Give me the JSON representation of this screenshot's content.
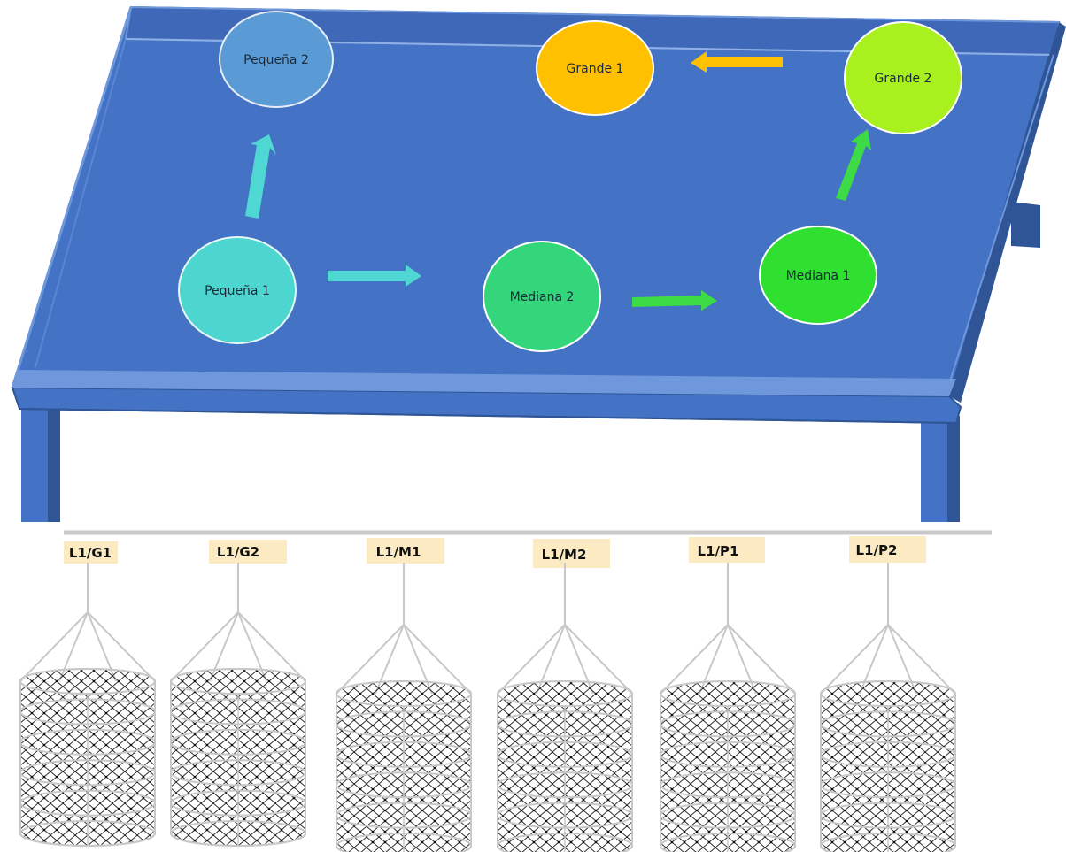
{
  "table": {
    "colors": {
      "surface": "#4472C4",
      "edge": "#5B86D4",
      "dark": "#2F5597",
      "rim": "#6F97DC"
    },
    "nodes": [
      {
        "id": "pequena-2",
        "label": "Pequeña 2",
        "color": "#5B9BD5"
      },
      {
        "id": "grande-1",
        "label": "Grande 1",
        "color": "#FFC000"
      },
      {
        "id": "grande-2",
        "label": "Grande 2",
        "color": "#A8F01E"
      },
      {
        "id": "pequena-1",
        "label": "Pequeña 1",
        "color": "#4DD6D0"
      },
      {
        "id": "mediana-2",
        "label": "Mediana 2",
        "color": "#33D67A"
      },
      {
        "id": "mediana-1",
        "label": "Mediana 1",
        "color": "#2FE030"
      }
    ],
    "arrows": [
      {
        "id": "arrow-p1-to-p2",
        "color": "#4FD7D3"
      },
      {
        "id": "arrow-p1-to-m2",
        "color": "#4FD7D3"
      },
      {
        "id": "arrow-m2-to-m1",
        "color": "#3DDB45"
      },
      {
        "id": "arrow-m1-to-g2",
        "color": "#3DDB45"
      },
      {
        "id": "arrow-g2-to-g1",
        "color": "#FFC000"
      }
    ]
  },
  "rope_color": "#c8c8c8",
  "tag_color": "#FCEBC2",
  "baskets": [
    {
      "id": "g1",
      "label": "L1/G1"
    },
    {
      "id": "g2",
      "label": "L1/G2"
    },
    {
      "id": "m1",
      "label": "L1/M1"
    },
    {
      "id": "m2",
      "label": "L1/M2"
    },
    {
      "id": "p1",
      "label": "L1/P1"
    },
    {
      "id": "p2",
      "label": "L1/P2"
    }
  ]
}
